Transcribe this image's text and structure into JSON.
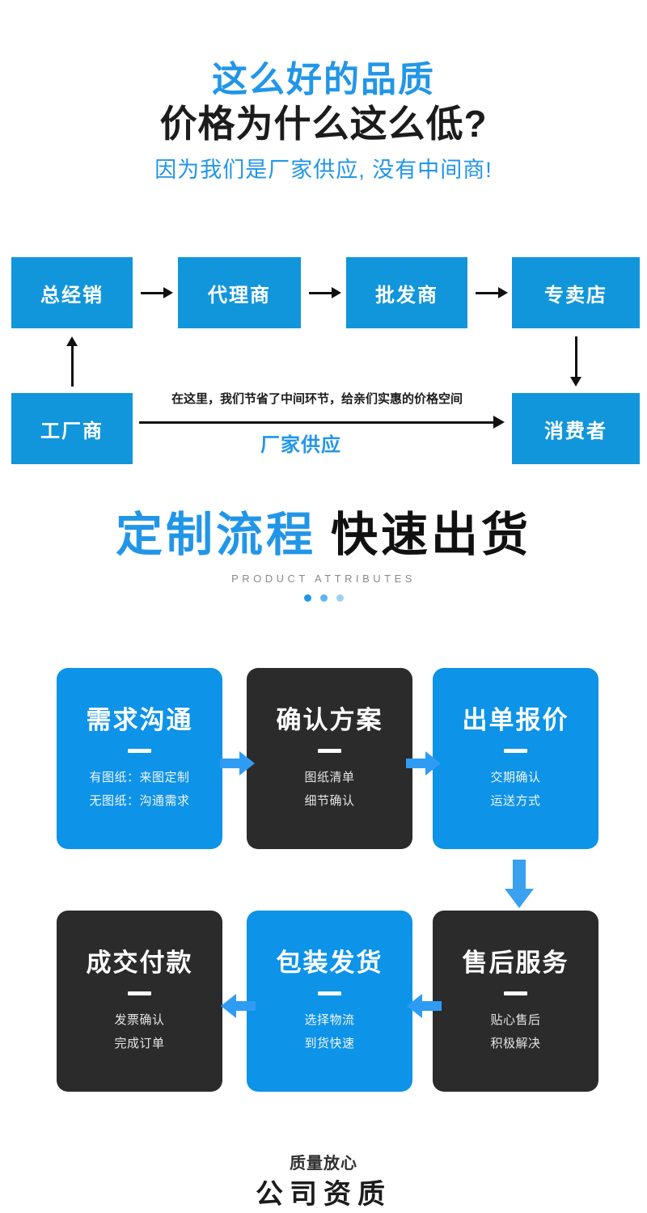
{
  "headline": {
    "line1": "这么好的品质",
    "line2": "价格为什么这么低?",
    "line3": "因为我们是厂家供应, 没有中间商!"
  },
  "colors": {
    "brand_blue": "#1296db",
    "card_blue": "#0d93e8",
    "card_dark": "#2b2b2b",
    "arrow_blue": "#2f9cf4",
    "text_dark": "#1c1c1c"
  },
  "distribution_flow": {
    "top_row": [
      {
        "label": "总经销"
      },
      {
        "label": "代理商"
      },
      {
        "label": "批发商"
      },
      {
        "label": "专卖店"
      }
    ],
    "bottom_row": [
      {
        "label": "工厂商"
      },
      {
        "label": "消费者"
      }
    ],
    "arrow_caption_top": "在这里，我们节省了中间环节，给亲们实惠的价格空间",
    "arrow_caption_bottom": "厂家供应"
  },
  "section": {
    "title_blue": "定制流程",
    "title_dark": "快速出货",
    "subtitle": "PRODUCT ATTRIBUTES",
    "dot_count": 3
  },
  "process_cards": [
    {
      "title": "需求沟通",
      "theme": "blue",
      "lines": [
        "有图纸：来图定制",
        "无图纸：沟通需求"
      ]
    },
    {
      "title": "确认方案",
      "theme": "dark",
      "lines": [
        "图纸清单",
        "细节确认"
      ]
    },
    {
      "title": "出单报价",
      "theme": "blue",
      "lines": [
        "交期确认",
        "运送方式"
      ]
    },
    {
      "title": "成交付款",
      "theme": "dark",
      "lines": [
        "发票确认",
        "完成订单"
      ]
    },
    {
      "title": "包装发货",
      "theme": "blue",
      "lines": [
        "选择物流",
        "到货快速"
      ]
    },
    {
      "title": "售后服务",
      "theme": "dark",
      "lines": [
        "贴心售后",
        "积极解决"
      ]
    }
  ],
  "footer": {
    "small": "质量放心",
    "big": "公司资质"
  }
}
